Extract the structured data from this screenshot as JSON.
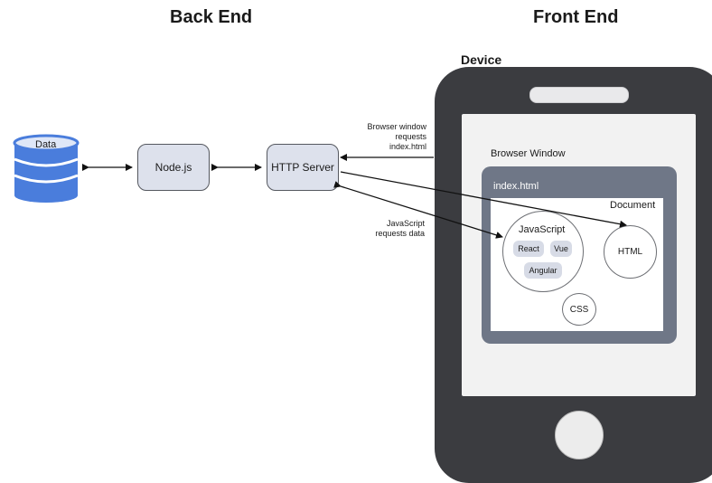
{
  "headings": {
    "back_end": "Back End",
    "front_end": "Front End",
    "device": "Device"
  },
  "nodes": {
    "data": "Data",
    "nodejs": "Node.js",
    "http_server": "HTTP Server"
  },
  "labels": {
    "browser_request": [
      "Browser window",
      "requests",
      "index.html"
    ],
    "js_request": [
      "JavaScript",
      "requests data"
    ]
  },
  "device": {
    "browser_window": "Browser Window",
    "index_html": "index.html",
    "document": "Document",
    "javascript": "JavaScript",
    "frameworks": {
      "react": "React",
      "vue": "Vue",
      "angular": "Angular"
    },
    "html": "HTML",
    "css": "CSS"
  },
  "colors": {
    "database_fill": "#4a7ddc",
    "node_fill": "#dde1ec",
    "phone_body": "#3b3c40",
    "browser_frame": "#6f7787",
    "chip_fill": "#d7dbe6"
  },
  "icons": {
    "database": "database-icon"
  }
}
